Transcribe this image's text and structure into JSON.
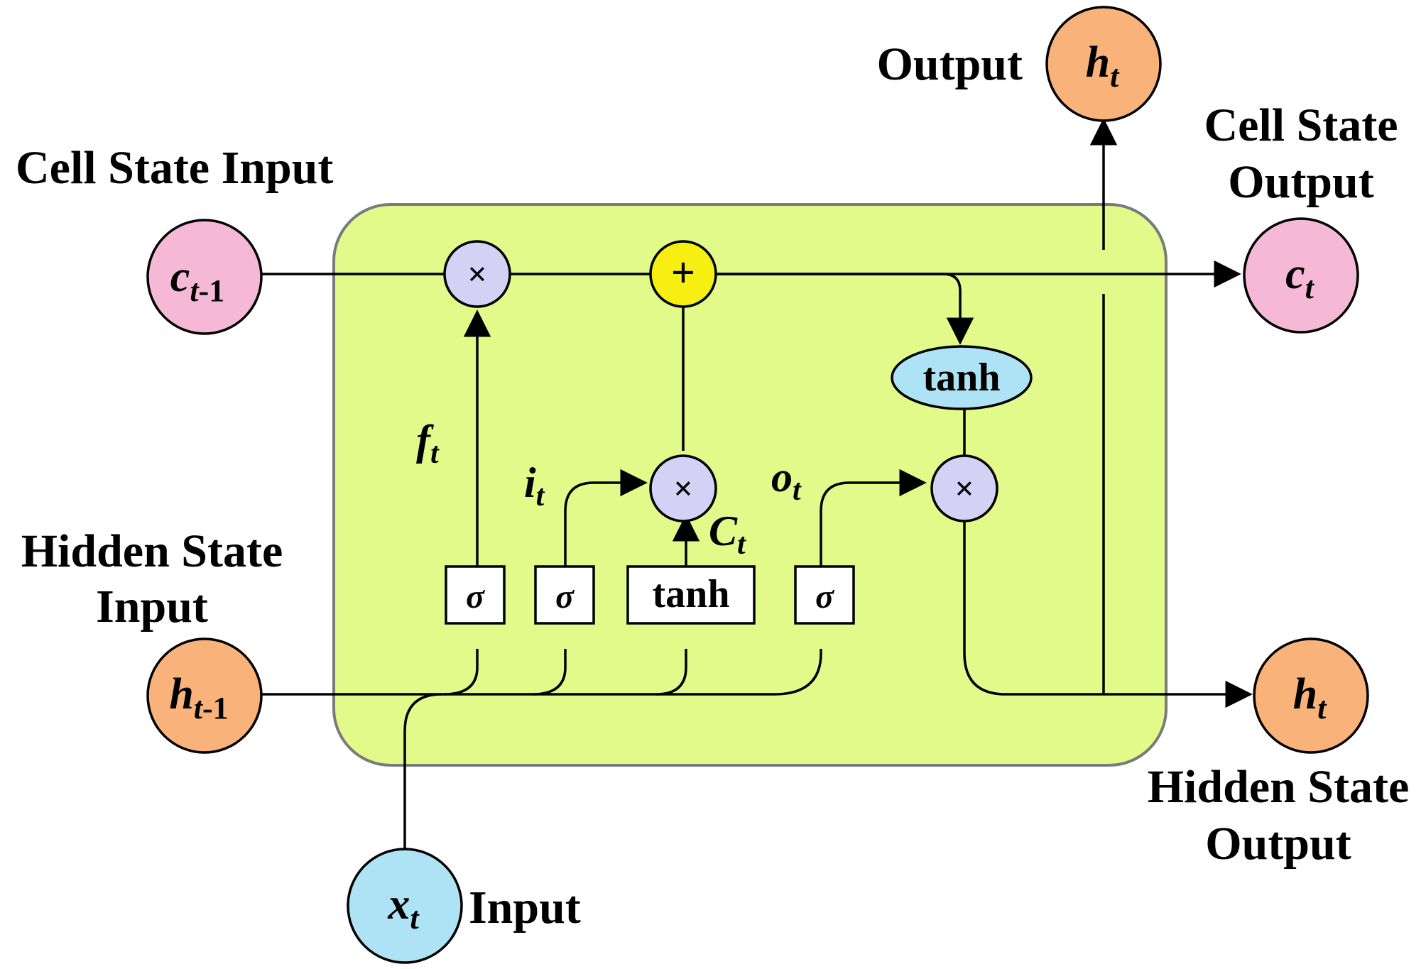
{
  "colors": {
    "cell_body": "#e1fa8a",
    "cell_border": "#7a7a7a",
    "cell_state_node": "#f5b8d6",
    "hidden_state_node": "#f8b27a",
    "input_node": "#aee3f5",
    "tanh_ellipse": "#aee3f5",
    "multiply_node": "#d4d1f5",
    "add_node": "#f7ee12"
  },
  "labels": {
    "cell_state_input": "Cell State Input",
    "hidden_state_input_line1": "Hidden State",
    "hidden_state_input_line2": "Input",
    "output": "Output",
    "cell_state_output_line1": "Cell State",
    "cell_state_output_line2": "Output",
    "hidden_state_output_line1": "Hidden State",
    "hidden_state_output_line2": "Output",
    "input": "Input"
  },
  "nodes": {
    "c_prev": {
      "base": "c",
      "sub": "t",
      "sub2": "-1",
      "icon": "circle"
    },
    "h_prev": {
      "base": "h",
      "sub": "t",
      "sub2": "-1",
      "icon": "circle"
    },
    "x_t": {
      "base": "x",
      "sub": "t",
      "icon": "circle"
    },
    "h_out_top": {
      "base": "h",
      "sub": "t",
      "icon": "circle"
    },
    "c_out": {
      "base": "c",
      "sub": "t",
      "icon": "circle"
    },
    "h_out_right": {
      "base": "h",
      "sub": "t",
      "icon": "circle"
    }
  },
  "operators": {
    "multiply": "×",
    "add": "+"
  },
  "gates": {
    "sigma": "σ",
    "tanh": "tanh"
  },
  "signals": {
    "forget": {
      "base": "f",
      "sub": "t"
    },
    "input": {
      "base": "i",
      "sub": "t"
    },
    "output": {
      "base": "o",
      "sub": "t"
    },
    "candidate": {
      "base": "C",
      "sub": "t"
    }
  }
}
